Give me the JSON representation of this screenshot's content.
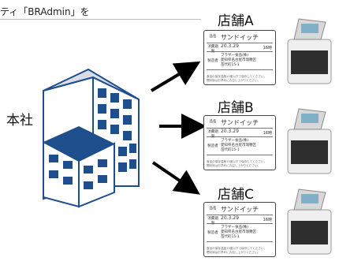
{
  "header": {
    "text": "ティ「BRAdmin」を"
  },
  "hq": {
    "label": "本社"
  },
  "stores": [
    {
      "title": "店舗A"
    },
    {
      "title": "店舗B"
    },
    {
      "title": "店舗C"
    }
  ],
  "label_card": {
    "row1_key": "品名",
    "row1_value": "サンドイッチ",
    "row2_key": "消費期限",
    "row2_value": "20.3.29",
    "row2_extra": "16時",
    "row3_key": "製造者",
    "row3_value_line1": "ブラザー食品(株)",
    "row3_value_line2": "愛知県名古屋市瑞穂区",
    "row3_value_line3": "苗代町15-1",
    "footer_line1": "食品の保存温度10度以下で保存してください。",
    "footer_line2": "開封後はお早めにお召し上がりください。"
  },
  "colors": {
    "building_blue": "#1f4e8c",
    "window": "#e8eef8",
    "arrow": "#000000"
  }
}
